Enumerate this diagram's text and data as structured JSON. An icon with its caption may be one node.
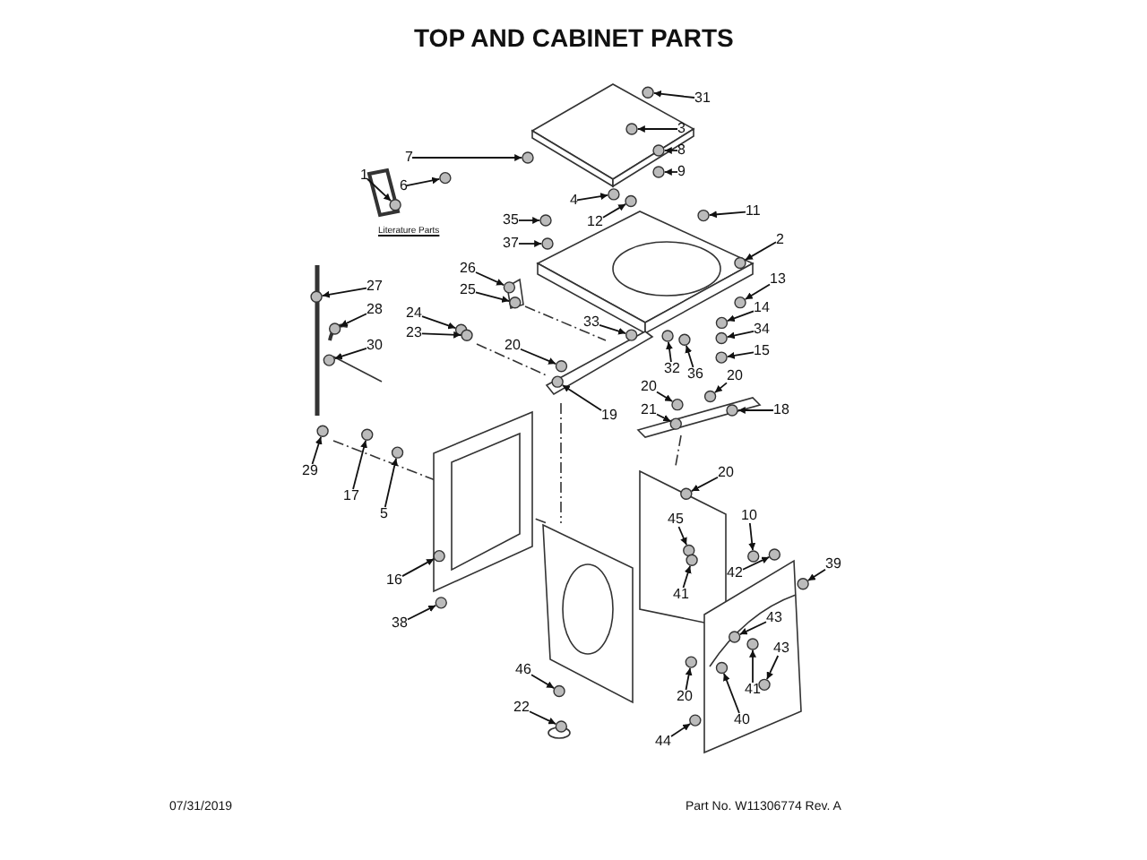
{
  "diagram": {
    "title": "TOP AND CABINET PARTS",
    "nodes": [
      {
        "text": [
          "31"
        ]
      },
      {
        "text": [
          "3"
        ]
      },
      {
        "text": [
          "1"
        ]
      },
      {
        "text": [
          "7"
        ]
      },
      {
        "text": [
          "8"
        ]
      },
      {
        "text": [
          "9"
        ]
      },
      {
        "text": [
          "6"
        ]
      },
      {
        "text": [
          "4"
        ]
      },
      {
        "text": [
          "11"
        ]
      },
      {
        "text": [
          "35"
        ]
      },
      {
        "text": [
          "12"
        ]
      },
      {
        "text": [
          "37"
        ]
      },
      {
        "text": [
          "2"
        ]
      },
      {
        "text": [
          "26"
        ]
      },
      {
        "text": [
          "27"
        ]
      },
      {
        "text": [
          "13"
        ]
      },
      {
        "text": [
          "25"
        ]
      },
      {
        "text": [
          "28"
        ]
      },
      {
        "text": [
          "14"
        ]
      },
      {
        "text": [
          "24"
        ]
      },
      {
        "text": [
          "23"
        ]
      },
      {
        "text": [
          "33"
        ]
      },
      {
        "text": [
          "34"
        ]
      },
      {
        "text": [
          "30"
        ]
      },
      {
        "text": [
          "20"
        ]
      },
      {
        "text": [
          "15"
        ]
      },
      {
        "text": [
          "32"
        ]
      },
      {
        "text": [
          "36"
        ]
      },
      {
        "text": [
          "20"
        ]
      },
      {
        "text": [
          "20"
        ]
      },
      {
        "text": [
          "19"
        ]
      },
      {
        "text": [
          "21"
        ]
      },
      {
        "text": [
          "18"
        ]
      },
      {
        "text": [
          "29"
        ]
      },
      {
        "text": [
          "17"
        ]
      },
      {
        "text": [
          "20"
        ]
      },
      {
        "text": [
          "5"
        ]
      },
      {
        "text": [
          "10"
        ]
      },
      {
        "text": [
          "45"
        ]
      },
      {
        "text": [
          "39"
        ]
      },
      {
        "text": [
          "42"
        ]
      },
      {
        "text": [
          "41"
        ]
      },
      {
        "text": [
          "16"
        ]
      },
      {
        "text": [
          "43"
        ]
      },
      {
        "text": [
          "38"
        ]
      },
      {
        "text": [
          "43"
        ]
      },
      {
        "text": [
          "41"
        ]
      },
      {
        "text": [
          "46"
        ]
      },
      {
        "text": [
          "20"
        ]
      },
      {
        "text": [
          "22"
        ]
      },
      {
        "text": [
          "40"
        ]
      },
      {
        "text": [
          "44"
        ]
      },
      {
        "text": [],
        "shape": "circle"
      },
      {
        "text": [],
        "shape": "circle"
      },
      {
        "text": [],
        "shape": "circle"
      },
      {
        "text": [],
        "shape": "circle"
      },
      {
        "text": [],
        "shape": "circle"
      },
      {
        "text": [],
        "shape": "circle"
      },
      {
        "text": [],
        "shape": "circle"
      },
      {
        "text": [],
        "shape": "circle"
      },
      {
        "text": [],
        "shape": "circle"
      },
      {
        "text": [],
        "shape": "circle"
      },
      {
        "text": [],
        "shape": "circle"
      },
      {
        "text": [],
        "shape": "circle"
      },
      {
        "text": [],
        "shape": "circle"
      },
      {
        "text": [],
        "shape": "circle"
      },
      {
        "text": [],
        "shape": "circle"
      },
      {
        "text": [],
        "shape": "circle"
      },
      {
        "text": [],
        "shape": "circle"
      },
      {
        "text": [],
        "shape": "circle"
      },
      {
        "text": [],
        "shape": "circle"
      },
      {
        "text": [],
        "shape": "circle"
      },
      {
        "text": [],
        "shape": "circle"
      },
      {
        "text": [],
        "shape": "circle"
      },
      {
        "text": [],
        "shape": "circle"
      },
      {
        "text": [],
        "shape": "circle"
      },
      {
        "text": [],
        "shape": "circle"
      },
      {
        "text": [],
        "shape": "circle"
      },
      {
        "text": [],
        "shape": "circle"
      },
      {
        "text": [],
        "shape": "circle"
      },
      {
        "text": [],
        "shape": "circle"
      },
      {
        "text": [],
        "shape": "circle"
      },
      {
        "text": [],
        "shape": "circle"
      },
      {
        "text": [],
        "shape": "circle"
      },
      {
        "text": [],
        "shape": "circle"
      },
      {
        "text": [],
        "shape": "circle"
      },
      {
        "text": [],
        "shape": "circle"
      },
      {
        "text": [],
        "shape": "circle"
      },
      {
        "text": [],
        "shape": "circle"
      },
      {
        "text": [],
        "shape": "circle"
      },
      {
        "text": [],
        "shape": "circle"
      },
      {
        "text": [],
        "shape": "circle"
      },
      {
        "text": [],
        "shape": "circle"
      },
      {
        "text": [],
        "shape": "circle"
      },
      {
        "text": [],
        "shape": "circle"
      },
      {
        "text": [],
        "shape": "circle"
      },
      {
        "text": [],
        "shape": "circle"
      },
      {
        "text": [],
        "shape": "circle"
      },
      {
        "text": [],
        "shape": "circle"
      },
      {
        "text": [],
        "shape": "circle"
      },
      {
        "text": [],
        "shape": "circle"
      },
      {
        "text": [],
        "shape": "circle"
      },
      {
        "text": [],
        "shape": "circle"
      },
      {
        "text": [],
        "shape": "circle"
      }
    ],
    "edges": [
      {
        "from": 0,
        "to": 52,
        "arrow": "to"
      },
      {
        "from": 1,
        "to": 53,
        "arrow": "to"
      },
      {
        "from": 2,
        "to": 54,
        "arrow": "to"
      },
      {
        "from": 3,
        "to": 55,
        "arrow": "to"
      },
      {
        "from": 4,
        "to": 56,
        "arrow": "to"
      },
      {
        "from": 5,
        "to": 57,
        "arrow": "to"
      },
      {
        "from": 6,
        "to": 58,
        "arrow": "to"
      },
      {
        "from": 7,
        "to": 59,
        "arrow": "to"
      },
      {
        "from": 8,
        "to": 60,
        "arrow": "to"
      },
      {
        "from": 9,
        "to": 61,
        "arrow": "to"
      },
      {
        "from": 10,
        "to": 62,
        "arrow": "to"
      },
      {
        "from": 11,
        "to": 63,
        "arrow": "to"
      },
      {
        "from": 12,
        "to": 64,
        "arrow": "to"
      },
      {
        "from": 13,
        "to": 65,
        "arrow": "to"
      },
      {
        "from": 14,
        "to": 66,
        "arrow": "to"
      },
      {
        "from": 15,
        "to": 67,
        "arrow": "to"
      },
      {
        "from": 16,
        "to": 68,
        "arrow": "to"
      },
      {
        "from": 17,
        "to": 69,
        "arrow": "to"
      },
      {
        "from": 18,
        "to": 70,
        "arrow": "to"
      },
      {
        "from": 19,
        "to": 71,
        "arrow": "to"
      },
      {
        "from": 20,
        "to": 72,
        "arrow": "to"
      },
      {
        "from": 21,
        "to": 73,
        "arrow": "to"
      },
      {
        "from": 22,
        "to": 74,
        "arrow": "to"
      },
      {
        "from": 23,
        "to": 75,
        "arrow": "to"
      },
      {
        "from": 24,
        "to": 76,
        "arrow": "to"
      },
      {
        "from": 25,
        "to": 77,
        "arrow": "to"
      },
      {
        "from": 26,
        "to": 78,
        "arrow": "to"
      },
      {
        "from": 27,
        "to": 79,
        "arrow": "to"
      },
      {
        "from": 28,
        "to": 80,
        "arrow": "to"
      },
      {
        "from": 29,
        "to": 81,
        "arrow": "to"
      },
      {
        "from": 30,
        "to": 82,
        "arrow": "to"
      },
      {
        "from": 31,
        "to": 83,
        "arrow": "to"
      },
      {
        "from": 32,
        "to": 84,
        "arrow": "to"
      },
      {
        "from": 33,
        "to": 85,
        "arrow": "to"
      },
      {
        "from": 34,
        "to": 86,
        "arrow": "to"
      },
      {
        "from": 35,
        "to": 87,
        "arrow": "to"
      },
      {
        "from": 36,
        "to": 88,
        "arrow": "to"
      },
      {
        "from": 37,
        "to": 89,
        "arrow": "to"
      },
      {
        "from": 38,
        "to": 90,
        "arrow": "to"
      },
      {
        "from": 39,
        "to": 91,
        "arrow": "to"
      },
      {
        "from": 40,
        "to": 92,
        "arrow": "to"
      },
      {
        "from": 41,
        "to": 93,
        "arrow": "to"
      },
      {
        "from": 42,
        "to": 94,
        "arrow": "to"
      },
      {
        "from": 43,
        "to": 95,
        "arrow": "to"
      },
      {
        "from": 44,
        "to": 96,
        "arrow": "to"
      },
      {
        "from": 45,
        "to": 97,
        "arrow": "to"
      },
      {
        "from": 46,
        "to": 98,
        "arrow": "to"
      },
      {
        "from": 47,
        "to": 99,
        "arrow": "to"
      },
      {
        "from": 48,
        "to": 100,
        "arrow": "to"
      },
      {
        "from": 49,
        "to": 101,
        "arrow": "to"
      },
      {
        "from": 50,
        "to": 102,
        "arrow": "to"
      },
      {
        "from": 51,
        "to": 103,
        "arrow": "to"
      }
    ],
    "labels": [
      "Literature Parts",
      "07/31/2019",
      "Part No. W11306774  Rev. A"
    ]
  }
}
